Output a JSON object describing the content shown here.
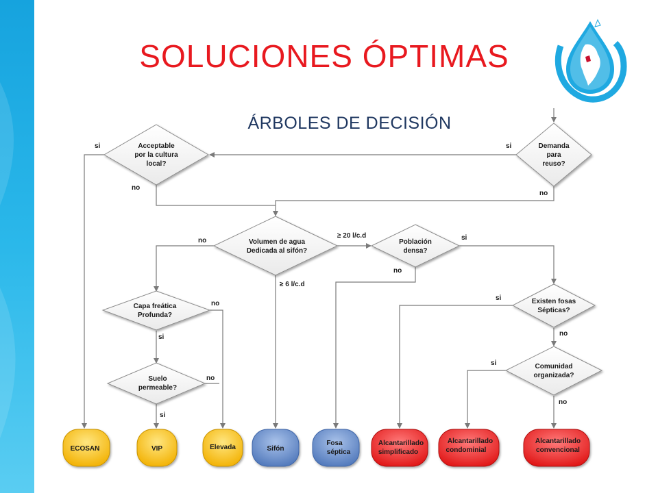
{
  "title": "SOLUCIONES ÓPTIMAS",
  "subtitle": "ÁRBOLES DE DECISIÓN",
  "colors": {
    "title": "#e8191f",
    "subtitle": "#1f3760",
    "yellow_box": "#f5b800",
    "blue_box": "#5d84c4",
    "red_box": "#e51b1b",
    "side_band": "#29b6e8"
  },
  "logo_icon": "water-drop-globe-icon",
  "decisions": {
    "cultura": {
      "lines": [
        "Acceptable",
        "por la cultura",
        "local?"
      ]
    },
    "demanda": {
      "lines": [
        "Demanda",
        "para",
        "reuso?"
      ]
    },
    "volumen": {
      "lines": [
        "Volumen de agua",
        "Dedicada al sifón?"
      ]
    },
    "poblacion": {
      "lines": [
        "Población",
        "densa?"
      ]
    },
    "capa": {
      "lines": [
        "Capa freática",
        "Profunda?"
      ]
    },
    "fosas": {
      "lines": [
        "Existen fosas",
        "Sépticas?"
      ]
    },
    "suelo": {
      "lines": [
        "Suelo",
        "permeable?"
      ]
    },
    "comunidad": {
      "lines": [
        "Comunidad",
        "organizada?"
      ]
    }
  },
  "edge_labels": {
    "cultura_si": "si",
    "cultura_no": "no",
    "demanda_si": "si",
    "demanda_no": "no",
    "volumen_no": "no",
    "volumen_20": "≥ 20 l/c.d",
    "volumen_6": "≥ 6 l/c.d",
    "poblacion_si": "si",
    "poblacion_no": "no",
    "capa_no": "no",
    "capa_si": "si",
    "suelo_no": "no",
    "suelo_si": "si",
    "fosas_si": "si",
    "fosas_no": "no",
    "comunidad_si": "si",
    "comunidad_no": "no"
  },
  "outcomes": {
    "ecosan": {
      "lines": [
        "ECOSAN"
      ]
    },
    "vip": {
      "lines": [
        "VIP"
      ]
    },
    "elevada": {
      "lines": [
        "Elevada"
      ]
    },
    "sifon": {
      "lines": [
        "Sifón"
      ]
    },
    "fosa": {
      "lines": [
        "Fosa",
        "séptica"
      ]
    },
    "simplificado": {
      "lines": [
        "Alcantarillado",
        "simplificado"
      ]
    },
    "condominial": {
      "lines": [
        "Alcantarillado",
        "condominial"
      ]
    },
    "convencional": {
      "lines": [
        "Alcantarillado",
        "convencional"
      ]
    }
  }
}
